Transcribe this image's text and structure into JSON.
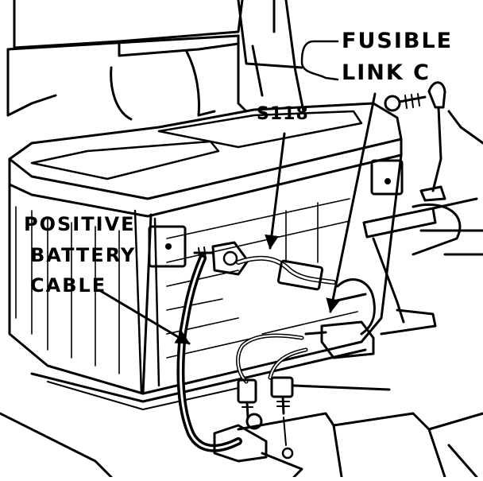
{
  "labels": {
    "fusible_link_line1": "FUSIBLE",
    "fusible_link_line2": "LINK C",
    "splice": "S118",
    "positive_cable_line1": "POSITIVE",
    "positive_cable_line2": "BATTERY",
    "positive_cable_line3": "CABLE"
  },
  "colors": {
    "ink": "#000000",
    "paper": "#ffffff"
  }
}
